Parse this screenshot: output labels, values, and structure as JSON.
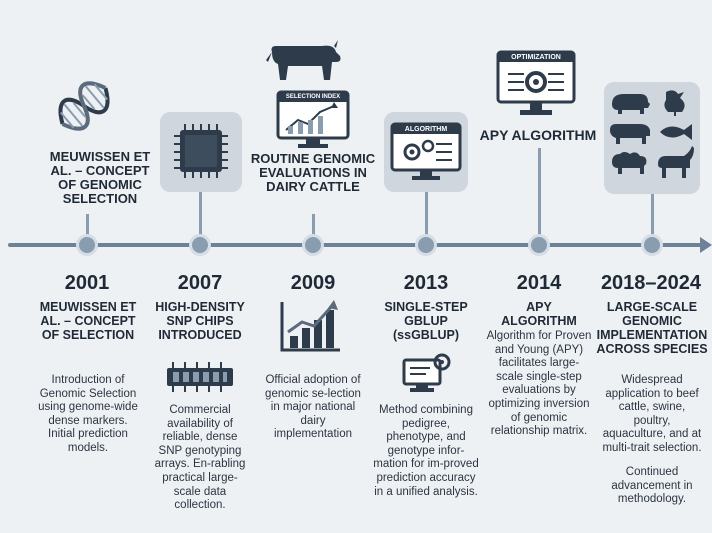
{
  "top_titles": [
    "MEUWISSEN ET AL. – CONCEPT OF GENOMIC SELECTION",
    "ROUTINE GENOMIC EVALUATIONS IN DAIRY CATTLE",
    "APY ALGORITHM"
  ],
  "icon_labels": {
    "selection_index": "SELECTION INDEX",
    "algorithm": "ALGORITHM",
    "optimization": "OPTIMIZATION"
  },
  "milestones": [
    {
      "year": "2001",
      "title": "MEUWISSEN ET AL. – CONCEPT OF SELECTION",
      "description": "Introduction of Genomic Selection using genome-wide dense markers. Initial prediction models."
    },
    {
      "year": "2007",
      "title": "HIGH-DENSITY SNP CHIPS INTRODUCED",
      "description": "Commercial availability of reliable, dense SNP genotyping arrays. En-rabling practical large-scale data collection."
    },
    {
      "year": "2009",
      "title": "",
      "description": "Official adoption of genomic se-lection in major national dairy implementation"
    },
    {
      "year": "2013",
      "title": "SINGLE-STEP GBLUP (ssGBLUP)",
      "description": "Method combining pedigree, phenotype, and genotype infor-mation for im-proved prediction accuracy in a unified analysis."
    },
    {
      "year": "2014",
      "title": "APY ALGORITHM",
      "description": "Algorithm for Proven and Young (APY) facilitates large-scale single-step evaluations by optimizing inversion of genomic relationship matrix."
    },
    {
      "year": "2018–2024",
      "title": "LARGE-SCALE GENOMIC IMPLEMENTATION ACROSS SPECIES",
      "description": "Widespread application to beef cattle, swine, poultry, aquaculture, and at multi-trait selection.",
      "description2": "Continued advancement in methodology."
    }
  ],
  "colors": {
    "background": "#eef1f4",
    "timeline": "#6d8296",
    "text": "#1f2a36",
    "icon_dark": "#2e3b4a"
  }
}
